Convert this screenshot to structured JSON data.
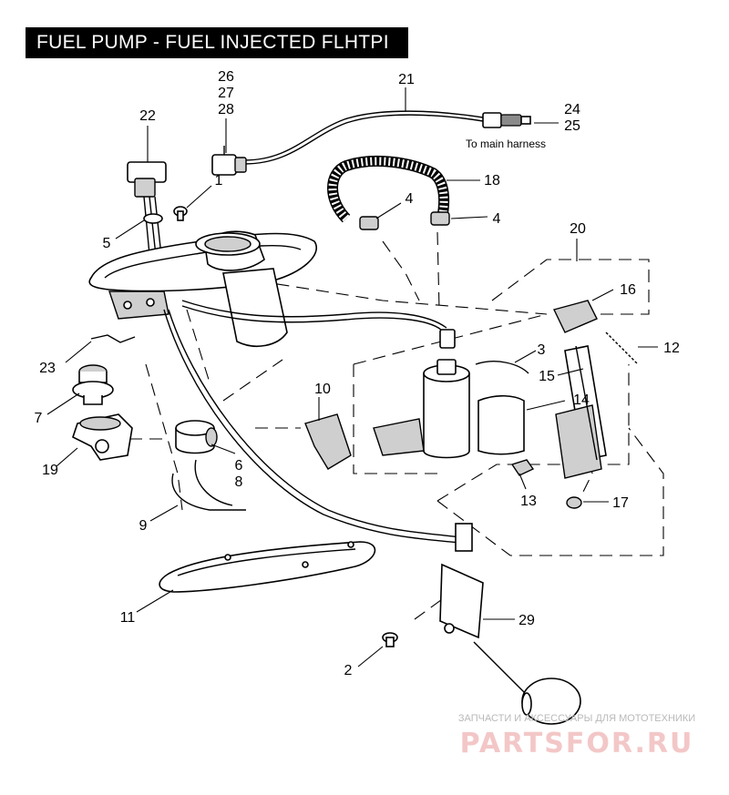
{
  "title": "FUEL PUMP - FUEL INJECTED FLHTPI",
  "note": "To main harness",
  "callouts": {
    "c1": "1",
    "c2": "2",
    "c3": "3",
    "c4a": "4",
    "c4b": "4",
    "c5": "5",
    "c6": "6",
    "c7": "7",
    "c8": "8",
    "c9": "9",
    "c10": "10",
    "c11": "11",
    "c12": "12",
    "c13": "13",
    "c14": "14",
    "c15": "15",
    "c16": "16",
    "c17": "17",
    "c18": "18",
    "c19": "19",
    "c20": "20",
    "c21": "21",
    "c22": "22",
    "c23": "23",
    "c24": "24",
    "c25": "25",
    "c26": "26",
    "c27": "27",
    "c28": "28",
    "c29": "29"
  },
  "watermark": {
    "caption": "ЗАПЧАСТИ И АКСЕССУАРЫ ДЛЯ МОТОТЕХНИКИ",
    "brand": "PARTSFOR.RU"
  }
}
